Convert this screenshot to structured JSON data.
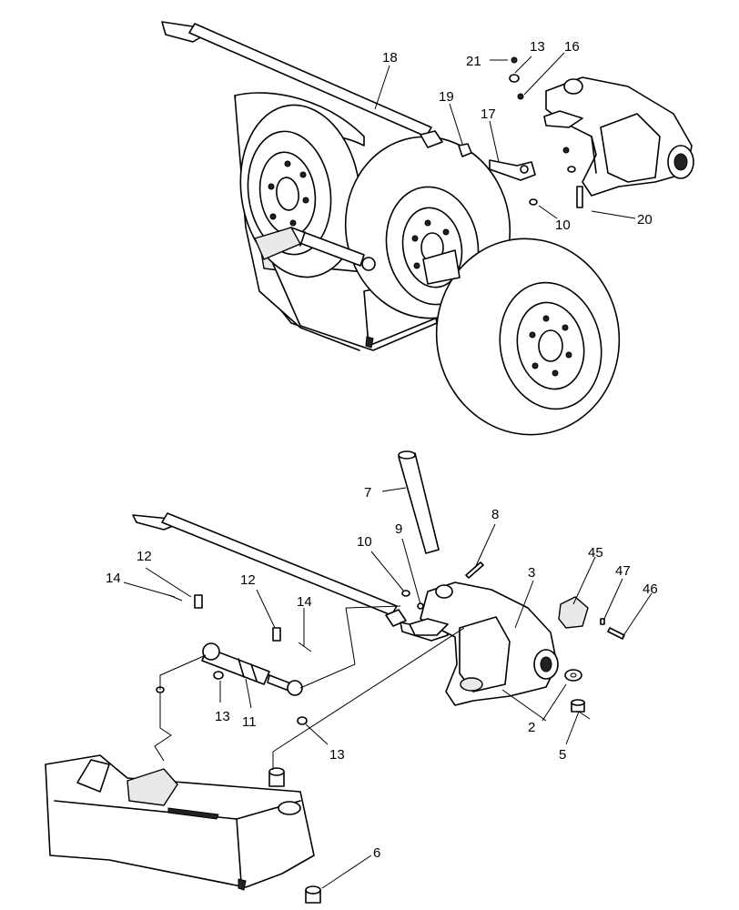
{
  "top_view": {
    "callouts": [
      {
        "key": "c18",
        "text": "18"
      },
      {
        "key": "c19",
        "text": "19"
      },
      {
        "key": "c17",
        "text": "17"
      },
      {
        "key": "c21",
        "text": "21"
      },
      {
        "key": "c13",
        "text": "13"
      },
      {
        "key": "c16",
        "text": "16"
      },
      {
        "key": "c10",
        "text": "10"
      },
      {
        "key": "c20",
        "text": "20"
      }
    ]
  },
  "bottom_view": {
    "callouts": [
      {
        "key": "c7",
        "text": "7"
      },
      {
        "key": "c8",
        "text": "8"
      },
      {
        "key": "c9",
        "text": "9"
      },
      {
        "key": "c10",
        "text": "10"
      },
      {
        "key": "c3",
        "text": "3"
      },
      {
        "key": "c45",
        "text": "45"
      },
      {
        "key": "c47",
        "text": "47"
      },
      {
        "key": "c46",
        "text": "46"
      },
      {
        "key": "c12a",
        "text": "12"
      },
      {
        "key": "c14a",
        "text": "14"
      },
      {
        "key": "c12b",
        "text": "12"
      },
      {
        "key": "c14b",
        "text": "14"
      },
      {
        "key": "c13a",
        "text": "13"
      },
      {
        "key": "c11",
        "text": "11"
      },
      {
        "key": "c13b",
        "text": "13"
      },
      {
        "key": "c2",
        "text": "2"
      },
      {
        "key": "c5",
        "text": "5"
      },
      {
        "key": "c6",
        "text": "6"
      }
    ]
  }
}
